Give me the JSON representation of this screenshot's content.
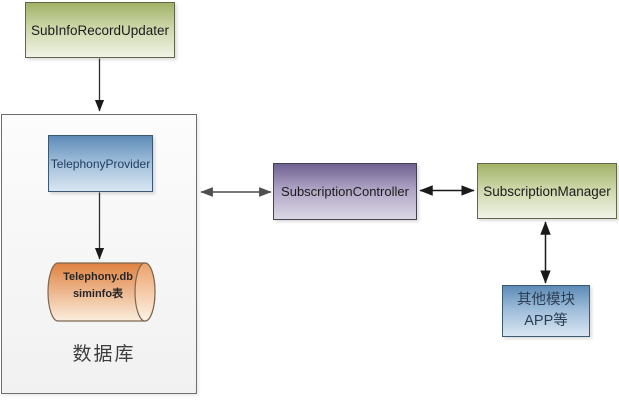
{
  "nodes": {
    "updater": {
      "label": "SubInfoRecordUpdater"
    },
    "database": {
      "label": "数据库"
    },
    "provider": {
      "label": "TelephonyProvider"
    },
    "db_store": {
      "line1": "Telephony.db",
      "line2": "siminfo表"
    },
    "controller": {
      "label": "SubscriptionController"
    },
    "manager": {
      "label": "SubscriptionManager"
    },
    "other": {
      "line1": "其他模块",
      "line2": "APP等"
    }
  },
  "edges": [
    {
      "from": "SubInfoRecordUpdater",
      "to": "数据库",
      "direction": "one-way"
    },
    {
      "from": "TelephonyProvider",
      "to": "Telephony.db siminfo表",
      "direction": "one-way"
    },
    {
      "from": "数据库",
      "to": "SubscriptionController",
      "direction": "two-way"
    },
    {
      "from": "SubscriptionController",
      "to": "SubscriptionManager",
      "direction": "two-way"
    },
    {
      "from": "SubscriptionManager",
      "to": "其他模块 APP等",
      "direction": "two-way"
    }
  ],
  "colors": {
    "green_top": "#a2b267",
    "green_bottom": "#f0f3e6",
    "blue_top": "#5d8bb6",
    "blue_bottom": "#d9e6f2",
    "purple_top": "#6f6292",
    "purple_bottom": "#dbd7e5",
    "orange_top": "#de8140",
    "orange_bottom": "#fbeede",
    "container_top": "#fcfcfc",
    "container_bottom": "#f1f1f1",
    "arrow": "#1a1a1a",
    "arrow_gray": "#4f4f4f"
  }
}
